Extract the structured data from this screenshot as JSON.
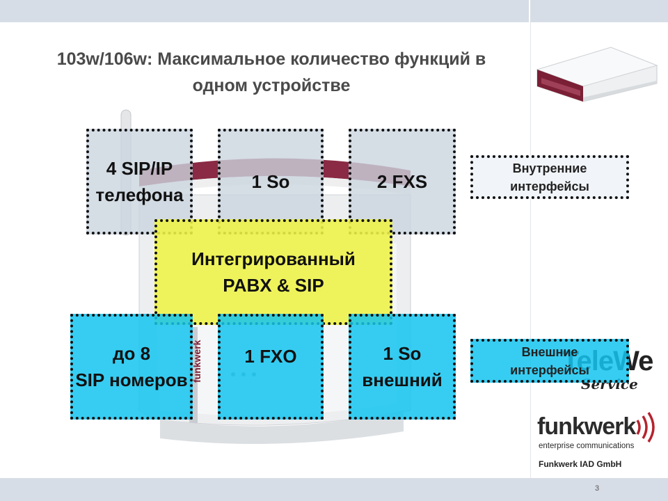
{
  "title": {
    "line1": "103w/106w: Максимальное количество функций в",
    "line2": "одном устройстве"
  },
  "boxes": {
    "sip_phones": {
      "line1": "4 SIP/IP",
      "line2": "телефона"
    },
    "so_internal": {
      "line1": "1 So"
    },
    "fxs": {
      "line1": "2 FXS"
    },
    "pabx": {
      "line1": "Интегрированный",
      "line2": "PABX & SIP"
    },
    "sip_numbers": {
      "line1": "до 8",
      "line2": "SIP номеров"
    },
    "fxo": {
      "line1": "1 FXO"
    },
    "so_external": {
      "line1": "1 So",
      "line2": "внешний"
    }
  },
  "legend": {
    "internal": {
      "line1": "Внутренние",
      "line2": "интерфейсы"
    },
    "external": {
      "line1": "Внешние",
      "line2": "интерфейсы"
    }
  },
  "logos": {
    "telewe": "TeleWe",
    "service": "Service",
    "funkwerk": "funkwerk",
    "funkwerk_tagline": "enterprise communications",
    "company": "Funkwerk IAD GmbH"
  },
  "page_number": "3",
  "colors": {
    "title": "#4a4a4a",
    "box_grey": "#cbd4de",
    "box_yellow": "#eef246",
    "box_cyan": "#14c4f0",
    "band": "#d7dde6",
    "device_accent": "#7a1f35"
  }
}
